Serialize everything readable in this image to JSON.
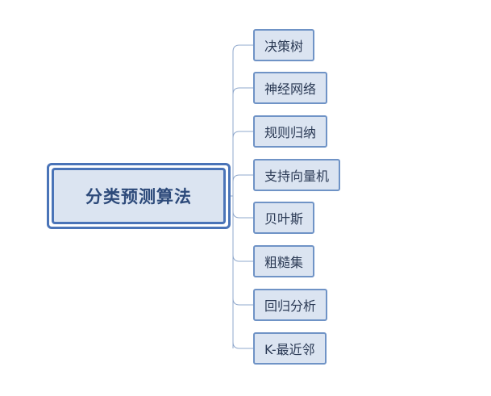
{
  "root": {
    "label": "分类预测算法"
  },
  "branches": [
    {
      "label": "决策树"
    },
    {
      "label": "神经网络"
    },
    {
      "label": "规则归纳"
    },
    {
      "label": "支持向量机"
    },
    {
      "label": "贝叶斯"
    },
    {
      "label": "粗糙集"
    },
    {
      "label": "回归分析"
    },
    {
      "label": "K-最近邻"
    }
  ],
  "colors": {
    "node_fill": "#dbe4f1",
    "root_border": "#4a74b8",
    "branch_border": "#6f93c6",
    "connector": "#8fa8cc",
    "root_text": "#2d4a7a",
    "branch_text": "#2b3a55"
  }
}
